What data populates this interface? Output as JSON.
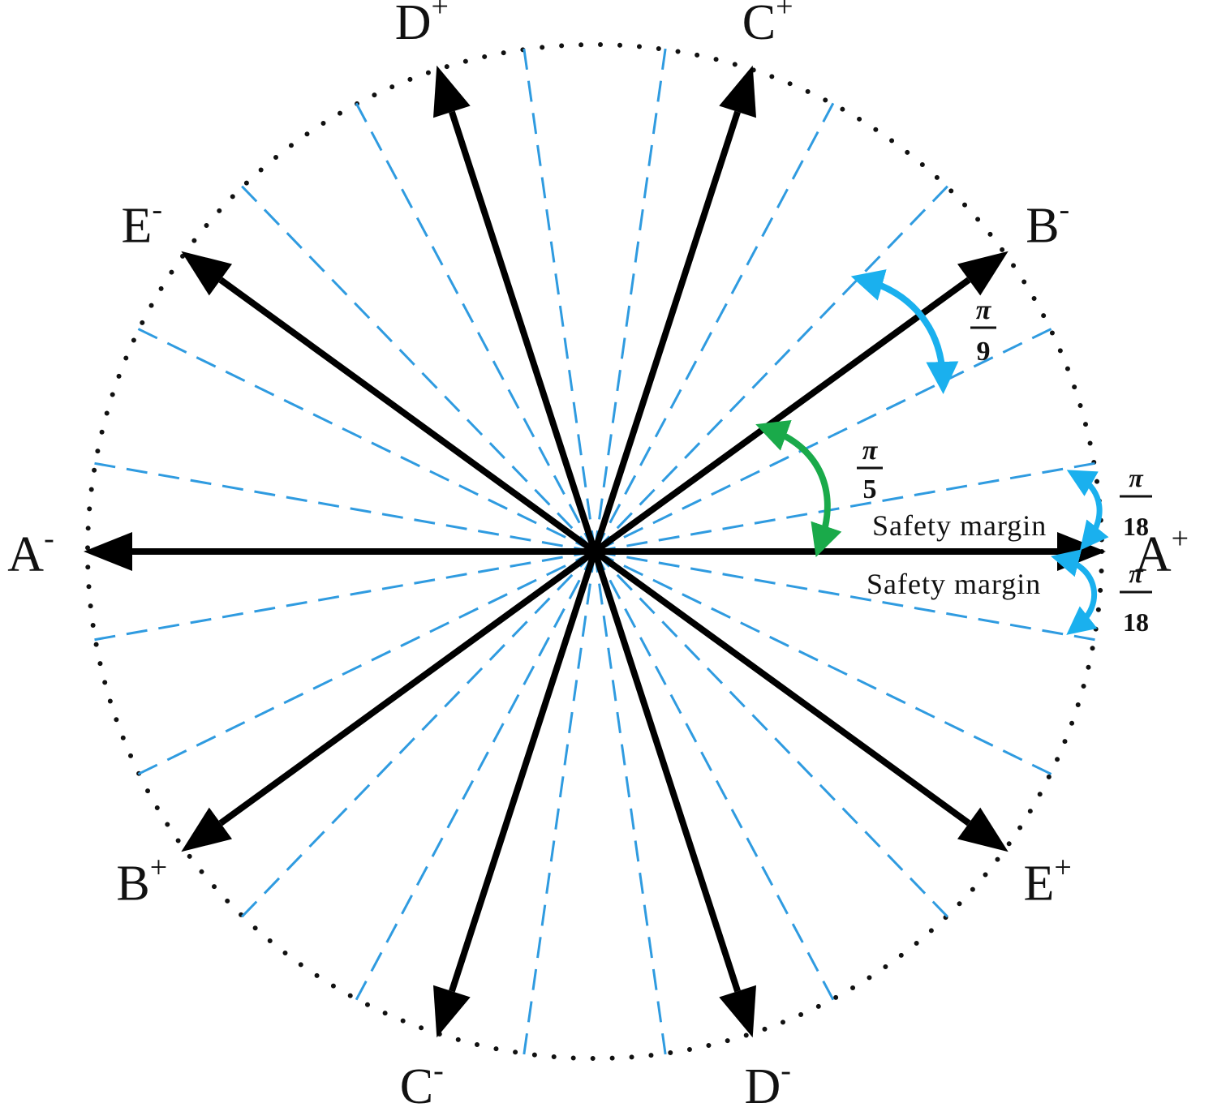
{
  "colors": {
    "vector": "#000000",
    "sector_boundary": "#2f9be0",
    "circle": "#111111",
    "arc_pi9": "#1ab0ee",
    "arc_pi5": "#1aaa4a",
    "arc_pi18": "#1ab0ee"
  },
  "vectors": [
    {
      "id": "A-plus",
      "base": "A",
      "sign": "+",
      "angle_deg": 0
    },
    {
      "id": "B-minus",
      "base": "B",
      "sign": "-",
      "angle_deg": 36
    },
    {
      "id": "C-plus",
      "base": "C",
      "sign": "+",
      "angle_deg": 72
    },
    {
      "id": "D-plus",
      "base": "D",
      "sign": "+",
      "angle_deg": 108
    },
    {
      "id": "E-minus",
      "base": "E",
      "sign": "-",
      "angle_deg": 144
    },
    {
      "id": "A-minus",
      "base": "A",
      "sign": "-",
      "angle_deg": 180
    },
    {
      "id": "B-plus",
      "base": "B",
      "sign": "+",
      "angle_deg": 216
    },
    {
      "id": "C-minus",
      "base": "C",
      "sign": "-",
      "angle_deg": 252
    },
    {
      "id": "D-minus",
      "base": "D",
      "sign": "-",
      "angle_deg": 288
    },
    {
      "id": "E-plus",
      "base": "E",
      "sign": "+",
      "angle_deg": 324
    }
  ],
  "sector_boundaries_deg": [
    10,
    26,
    46,
    62,
    82,
    98,
    118,
    134,
    154,
    170,
    190,
    206,
    226,
    242,
    262,
    278,
    298,
    314,
    334,
    350
  ],
  "annotations": {
    "pi_over_9": {
      "num": "π",
      "den": "9"
    },
    "pi_over_5": {
      "num": "π",
      "den": "5"
    },
    "pi_over_18_upper": {
      "num": "π",
      "den": "18"
    },
    "pi_over_18_lower": {
      "num": "π",
      "den": "18"
    },
    "safety_margin_upper": "Safety margin",
    "safety_margin_lower": "Safety margin"
  }
}
